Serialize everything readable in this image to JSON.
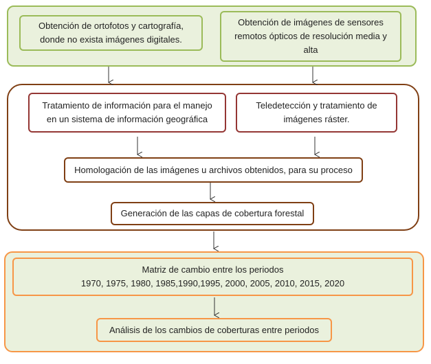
{
  "group1": {
    "box_left": "Obtención de ortofotos y cartografía, donde no exista imágenes digitales.",
    "box_right": "Obtención de imágenes de sensores remotos ópticos de resolución media y alta"
  },
  "group2": {
    "box_left": "Tratamiento de información para el manejo en un sistema de información geográfica",
    "box_right": "Teledetección y tratamiento de imágenes ráster.",
    "box_middle": "Homologación de las imágenes u archivos obtenidos, para su proceso",
    "box_bottom": "Generación de las capas de cobertura forestal"
  },
  "group3": {
    "matrix_title": "Matriz de cambio entre los periodos",
    "matrix_periods": "1970, 1975, 1980, 1985,1990,1995, 2000, 2005, 2010, 2015, 2020",
    "analysis": "Análisis de los cambios de coberturas entre periodos"
  },
  "colors": {
    "green_border": "#9bbb59",
    "green_fill": "#eaf1dd",
    "brown_border": "#7f3f14",
    "red_border": "#943634",
    "orange_border": "#f79646"
  }
}
